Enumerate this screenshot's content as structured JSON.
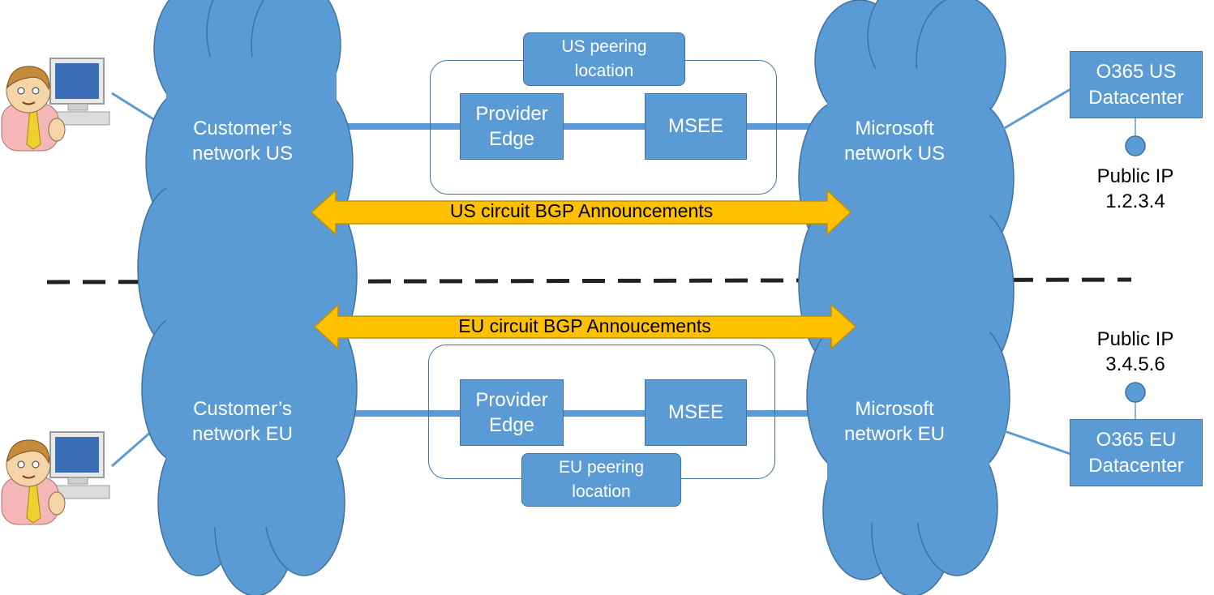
{
  "customer_us": "Customer’s\nnetwork US",
  "customer_eu": "Customer’s\nnetwork EU",
  "microsoft_us": "Microsoft\nnetwork US",
  "microsoft_eu": "Microsoft\nnetwork EU",
  "us_peering": {
    "title": "US peering\nlocation",
    "provider_edge": "Provider\nEdge",
    "msee": "MSEE"
  },
  "eu_peering": {
    "title": "EU peering\nlocation",
    "provider_edge": "Provider\nEdge",
    "msee": "MSEE"
  },
  "us_arrow": "US circuit BGP Announcements",
  "eu_arrow": "EU circuit BGP Annoucements",
  "o365_us": "O365 US\nDatacenter",
  "o365_eu": "O365 EU\nDatacenter",
  "public_ip_us": "Public IP\n1.2.3.4",
  "public_ip_eu": "Public IP\n3.4.5.6",
  "colors": {
    "cloud": "#5b9bd5",
    "cloud_border": "#41719c",
    "arrow": "#ffc000",
    "arrow_border": "#bf9000"
  },
  "icons": [
    "user-at-computer-icon",
    "user-at-computer-icon"
  ]
}
